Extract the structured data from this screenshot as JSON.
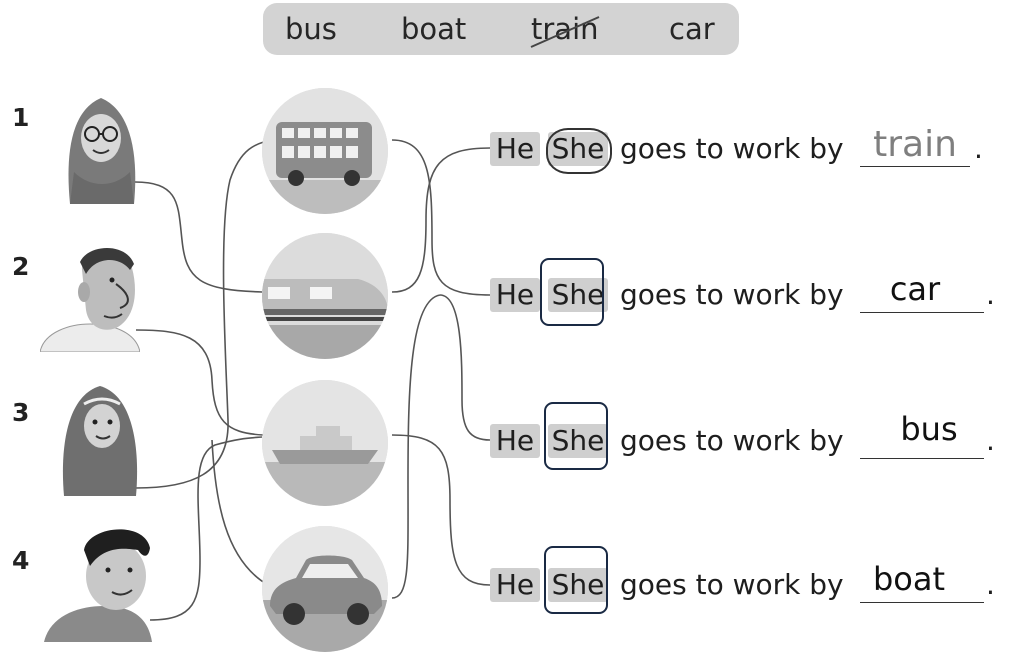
{
  "word_bank": {
    "words": [
      "bus",
      "boat",
      "train",
      "car"
    ]
  },
  "people": [
    {
      "number": "1",
      "icon": "woman-hijab-glasses-icon"
    },
    {
      "number": "2",
      "icon": "man-icon"
    },
    {
      "number": "3",
      "icon": "girl-hijab-icon"
    },
    {
      "number": "4",
      "icon": "boy-icon"
    }
  ],
  "vehicles": [
    {
      "icon": "bus-icon"
    },
    {
      "icon": "train-icon"
    },
    {
      "icon": "boat-icon"
    },
    {
      "icon": "car-icon"
    }
  ],
  "sentences": [
    {
      "he": "He",
      "she": "She",
      "stem": "goes to work by",
      "answer": "train",
      "period": "."
    },
    {
      "he": "He",
      "she": "She",
      "stem": "goes to work by",
      "answer": "car",
      "period": "."
    },
    {
      "he": "He",
      "she": "She",
      "stem": "goes to work by",
      "answer": "bus",
      "period": "."
    },
    {
      "he": "He",
      "she": "She",
      "stem": "goes to work by",
      "answer": "boat",
      "period": "."
    }
  ]
}
